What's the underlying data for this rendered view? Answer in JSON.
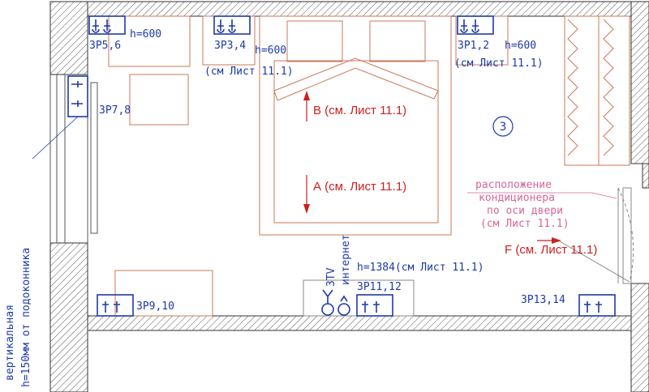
{
  "sockets": {
    "s56": "ЗР5,6",
    "s34": "ЗР3,4",
    "s12": "ЗР1,2",
    "s78": "ЗР7,8",
    "s910": "ЗР9,10",
    "s1112": "ЗР11,12",
    "s1314": "ЗР13,14"
  },
  "heights": {
    "h600_a": "h=600",
    "h600_b": "h=600",
    "h600_c": "h=600",
    "h1384": "h=1384(см Лист 11.1)"
  },
  "refs": {
    "sheet_a": "(см Лист 11.1)",
    "sheet_b": "(см Лист 11.1)"
  },
  "sections": {
    "b": "В (см. Лист 11.1)",
    "a": "А (см. Лист 11.1)",
    "f": "F (см. Лист 11.1)"
  },
  "room_number": "3",
  "ac_note": [
    "расположение",
    "кондиционера",
    "по оси двери",
    "(см Лист 11.1)"
  ],
  "vertical_note": [
    "вертикальная",
    "h=150мм от подоконника"
  ],
  "tv_label": "ЗTV",
  "internet_label": "интернет",
  "colors": {
    "wall_line": "#333333",
    "furniture": "#c9785a",
    "socket": "#1e3aa8",
    "annotation_red": "#cc1f1f",
    "annotation_pink": "#d9669a"
  }
}
